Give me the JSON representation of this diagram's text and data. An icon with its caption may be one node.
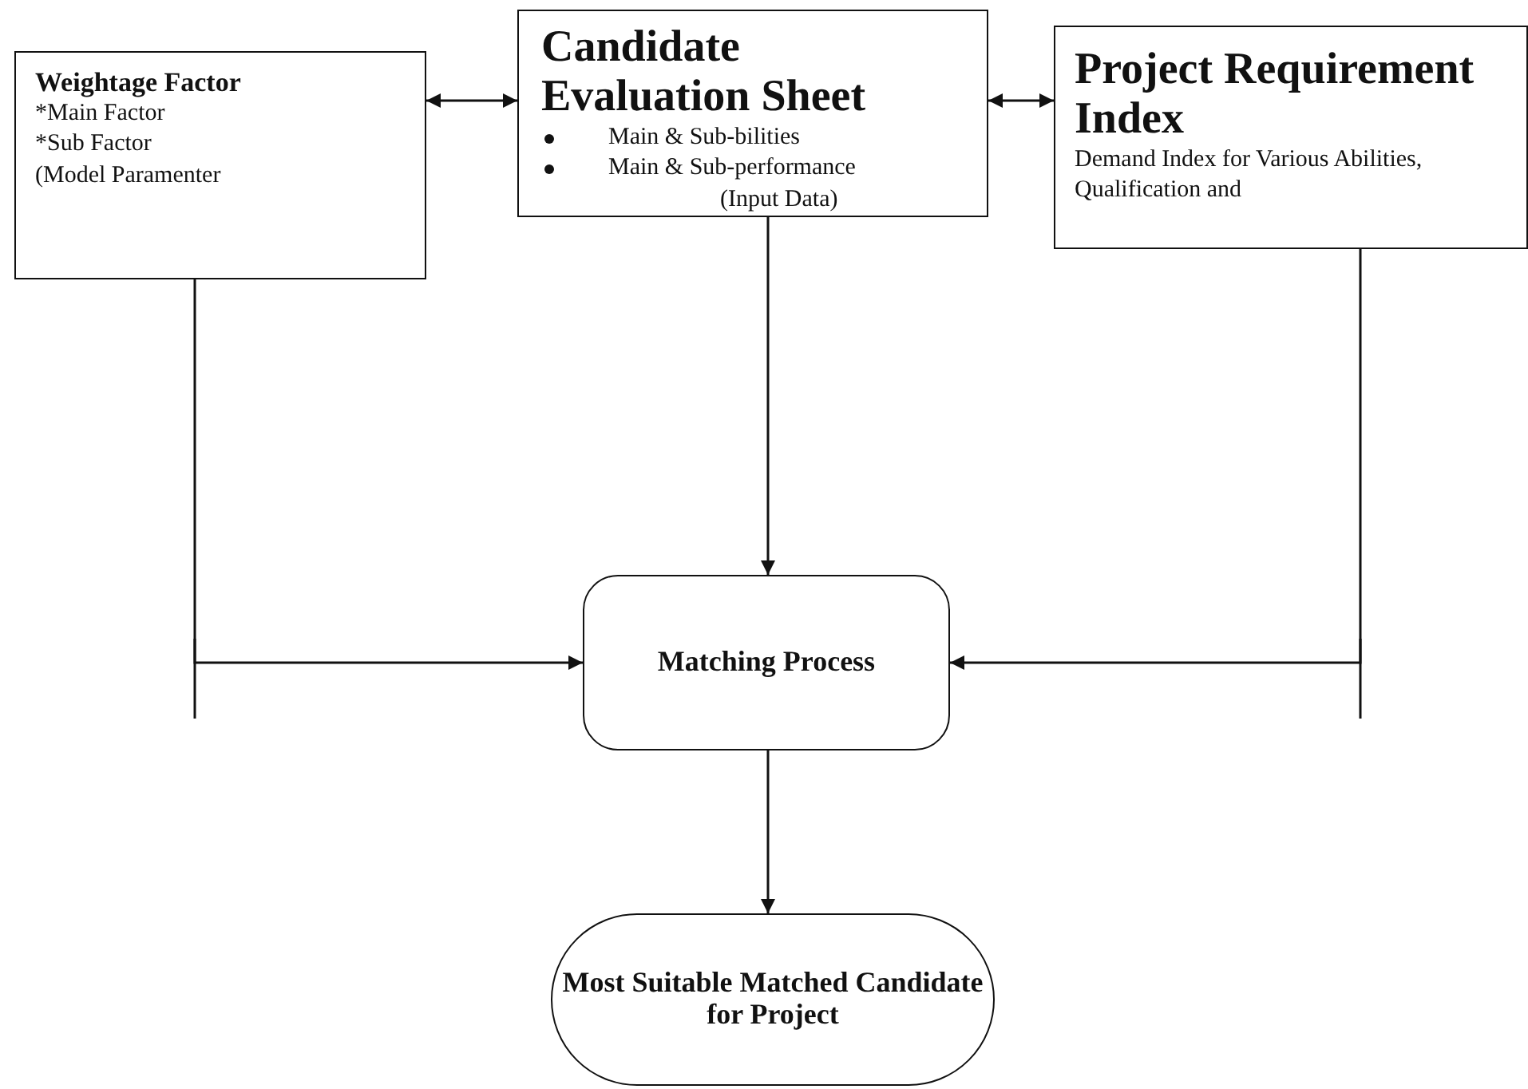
{
  "diagram": {
    "nodes": [
      {
        "text": [
          "Weightage Factor",
          "*Main Factor",
          "*Sub Factor",
          "(Model Paramenter"
        ]
      },
      {
        "text": [
          "Candidate Evaluation Sheet",
          "Main & Sub-bilities",
          "Main & Sub-performance",
          "(Input Data)"
        ]
      },
      {
        "text": [
          "Project Requirement Index",
          "Demand Index for Various Abilities, Qualification and"
        ]
      },
      {
        "text": [
          "Matching Process"
        ]
      },
      {
        "text": [
          "Most Suitable Matched Candidate for Project"
        ]
      }
    ],
    "edges": [
      {
        "from": 0,
        "to": 1,
        "arrow": "both"
      },
      {
        "from": 1,
        "to": 2,
        "arrow": "both"
      },
      {
        "from": 0,
        "to": 3,
        "arrow": "to"
      },
      {
        "from": 1,
        "to": 3,
        "arrow": "to"
      },
      {
        "from": 2,
        "to": 3,
        "arrow": "to"
      },
      {
        "from": 3,
        "to": 4,
        "arrow": "to"
      }
    ]
  }
}
